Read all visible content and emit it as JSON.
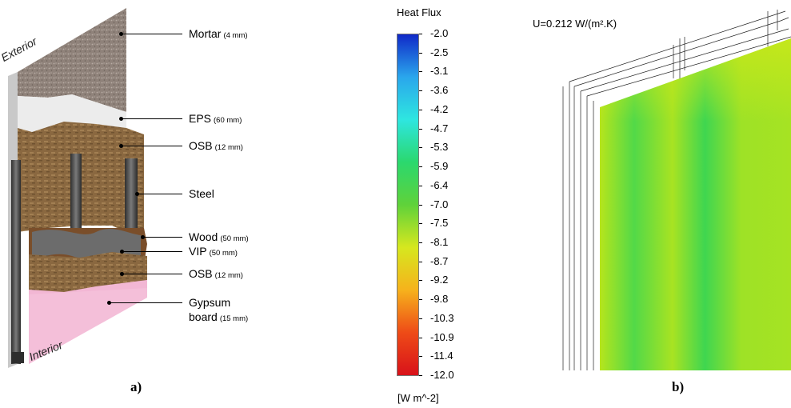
{
  "panel_a": {
    "tag": "a)",
    "side_labels": {
      "exterior": "Exterior",
      "interior": "Interior"
    },
    "layers": [
      {
        "name": "Mortar",
        "thickness": "(4 mm)"
      },
      {
        "name": "EPS",
        "thickness": "(60 mm)"
      },
      {
        "name": "OSB",
        "thickness": "(12 mm)"
      },
      {
        "name": "Steel",
        "thickness": ""
      },
      {
        "name": "Wood",
        "thickness": "(50 mm)"
      },
      {
        "name": "VIP",
        "thickness": "(50 mm)"
      },
      {
        "name": "OSB",
        "thickness": "(12 mm)"
      },
      {
        "name": "Gypsum",
        "thickness": ""
      },
      {
        "name": "board",
        "thickness": "(15 mm)"
      }
    ],
    "colors": {
      "mortar": "#8d7f76",
      "eps": "#eeeeee",
      "osb": "#8b6a43",
      "steel": "#4a4a4a",
      "vip": "#707070",
      "gypsum": "#f2b7d4"
    }
  },
  "colorbar": {
    "title": "Heat Flux",
    "unit": "[W m^-2]",
    "ticks": [
      "-2.0",
      "-2.5",
      "-3.1",
      "-3.6",
      "-4.2",
      "-4.7",
      "-5.3",
      "-5.9",
      "-6.4",
      "-7.0",
      "-7.5",
      "-8.1",
      "-8.7",
      "-9.2",
      "-9.8",
      "-10.3",
      "-10.9",
      "-11.4",
      "-12.0"
    ],
    "range": [
      -2.0,
      -12.0
    ],
    "colors": [
      "#1029c8",
      "#2aa6ec",
      "#2ee6e0",
      "#2bd86e",
      "#5fd23a",
      "#d6e71f",
      "#f6b21c",
      "#ee4b17",
      "#d8121a"
    ]
  },
  "panel_b": {
    "tag": "b)",
    "u_value": "U=0.212 W/(m².K)",
    "field_colors": {
      "high": "#b6e51c",
      "low": "#32d651"
    }
  }
}
